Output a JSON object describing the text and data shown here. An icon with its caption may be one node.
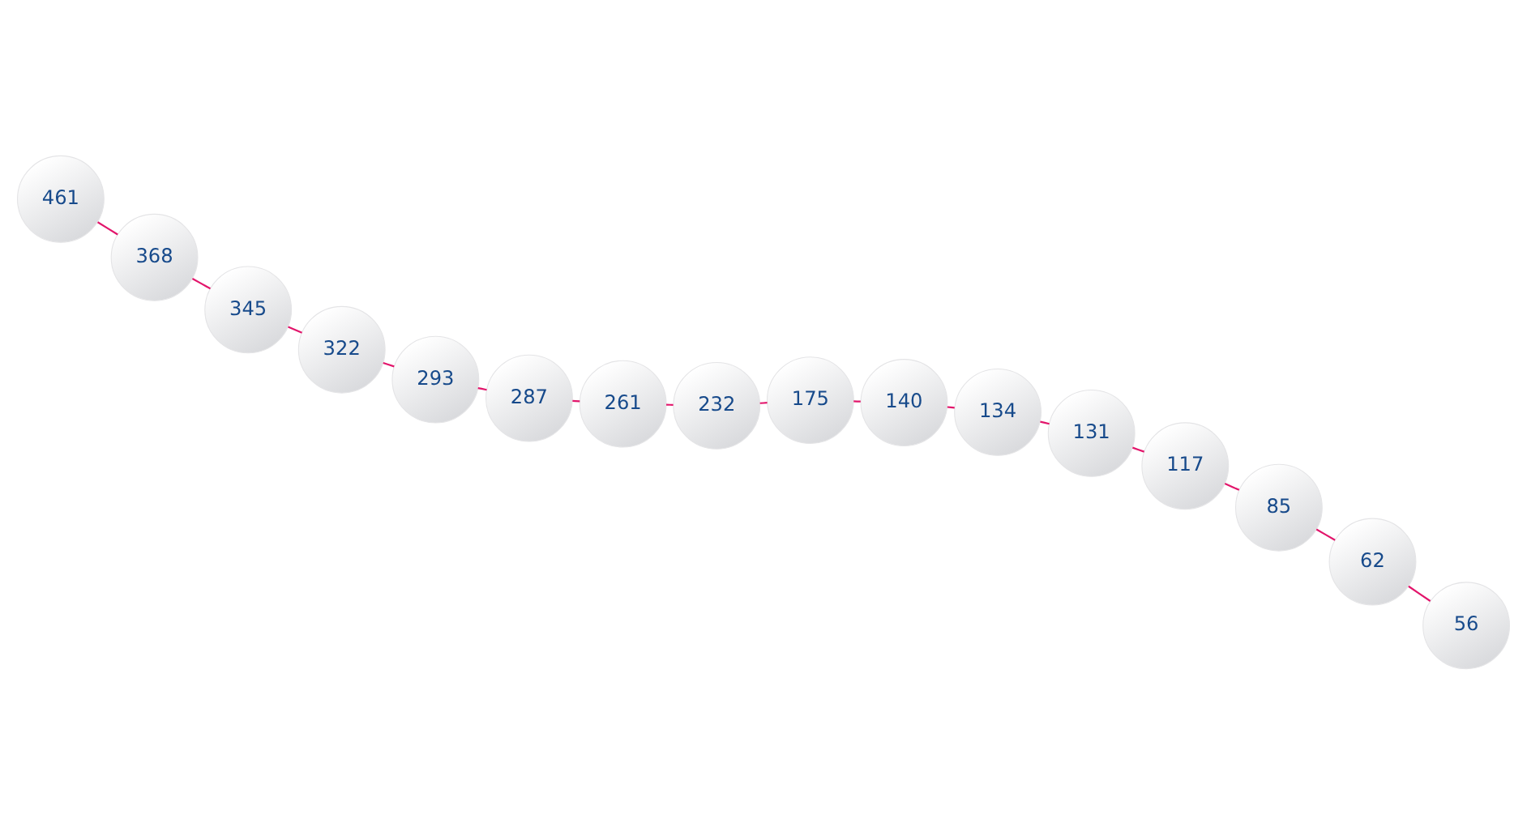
{
  "diagram": {
    "nodes": [
      {
        "text": [
          "345"
        ]
      },
      {
        "text": [
          "322"
        ]
      },
      {
        "text": [
          "287"
        ]
      },
      {
        "text": [
          "261"
        ]
      },
      {
        "text": [
          "368"
        ]
      },
      {
        "text": [
          "461"
        ]
      },
      {
        "text": [
          "293"
        ]
      },
      {
        "text": [
          "232"
        ]
      },
      {
        "text": [
          "140"
        ]
      },
      {
        "text": [
          "62"
        ]
      },
      {
        "text": [
          "117"
        ]
      },
      {
        "text": [
          "175"
        ]
      },
      {
        "text": [
          "85"
        ]
      },
      {
        "text": [
          "131"
        ]
      },
      {
        "text": [
          "134"
        ]
      },
      {
        "text": [
          "56"
        ]
      }
    ],
    "edges": [
      {
        "from": 0,
        "to": 1,
        "arrow": "none"
      },
      {
        "from": 0,
        "to": 4,
        "arrow": "none"
      },
      {
        "from": 4,
        "to": 5,
        "arrow": "none"
      },
      {
        "from": 1,
        "to": 6,
        "arrow": "none"
      },
      {
        "from": 6,
        "to": 2,
        "arrow": "none"
      },
      {
        "from": 2,
        "to": 3,
        "arrow": "none"
      },
      {
        "from": 3,
        "to": 7,
        "arrow": "none"
      },
      {
        "from": 7,
        "to": 11,
        "arrow": "none"
      },
      {
        "from": 11,
        "to": 8,
        "arrow": "none"
      },
      {
        "from": 8,
        "to": 14,
        "arrow": "none"
      },
      {
        "from": 14,
        "to": 13,
        "arrow": "none"
      },
      {
        "from": 13,
        "to": 10,
        "arrow": "none"
      },
      {
        "from": 10,
        "to": 12,
        "arrow": "none"
      },
      {
        "from": 12,
        "to": 9,
        "arrow": "none"
      },
      {
        "from": 9,
        "to": 15,
        "arrow": "none"
      }
    ]
  }
}
